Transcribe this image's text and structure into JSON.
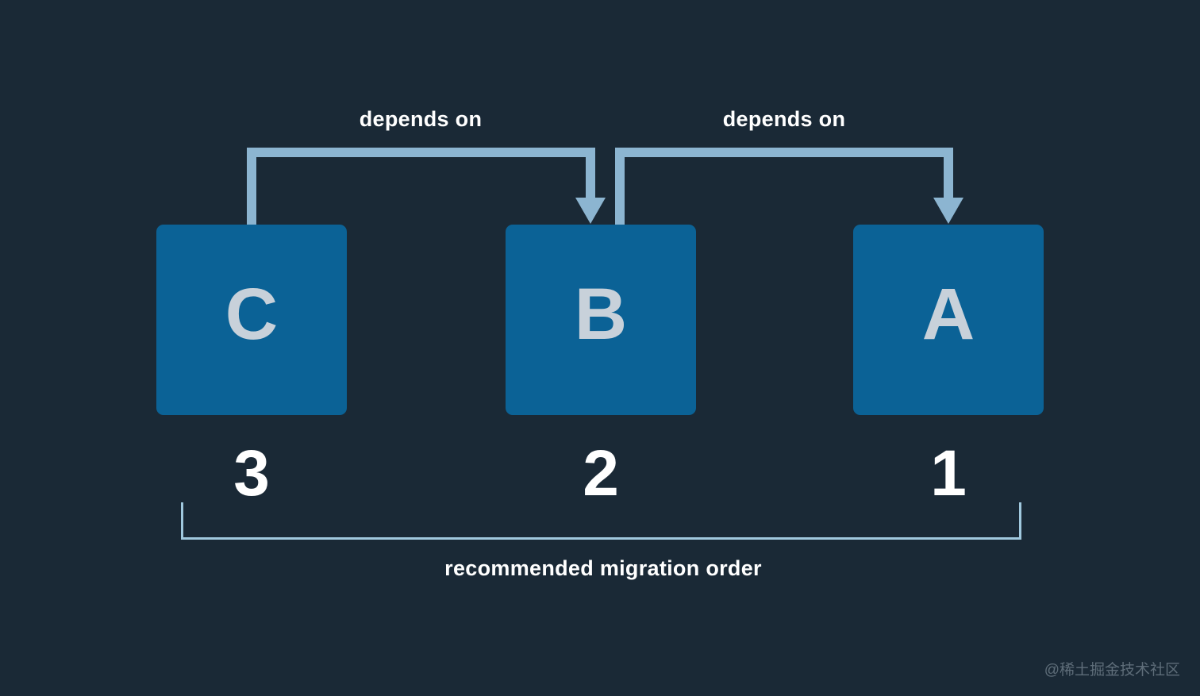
{
  "colors": {
    "background": "#1a2936",
    "box_fill": "#0b6296",
    "box_letter": "#c8d1da",
    "arrow": "#8cb5d1",
    "bracket": "#a0c8de",
    "label_text": "#ffffff",
    "watermark_text": "#5e6d79"
  },
  "diagram": {
    "modules": [
      {
        "letter": "C",
        "order": "3"
      },
      {
        "letter": "B",
        "order": "2"
      },
      {
        "letter": "A",
        "order": "1"
      }
    ],
    "dependency_arrows": [
      {
        "from": "C",
        "to": "B",
        "label": "depends on"
      },
      {
        "from": "B",
        "to": "A",
        "label": "depends on"
      }
    ],
    "bracket_label": "recommended migration order"
  },
  "watermark": "@稀土掘金技术社区"
}
